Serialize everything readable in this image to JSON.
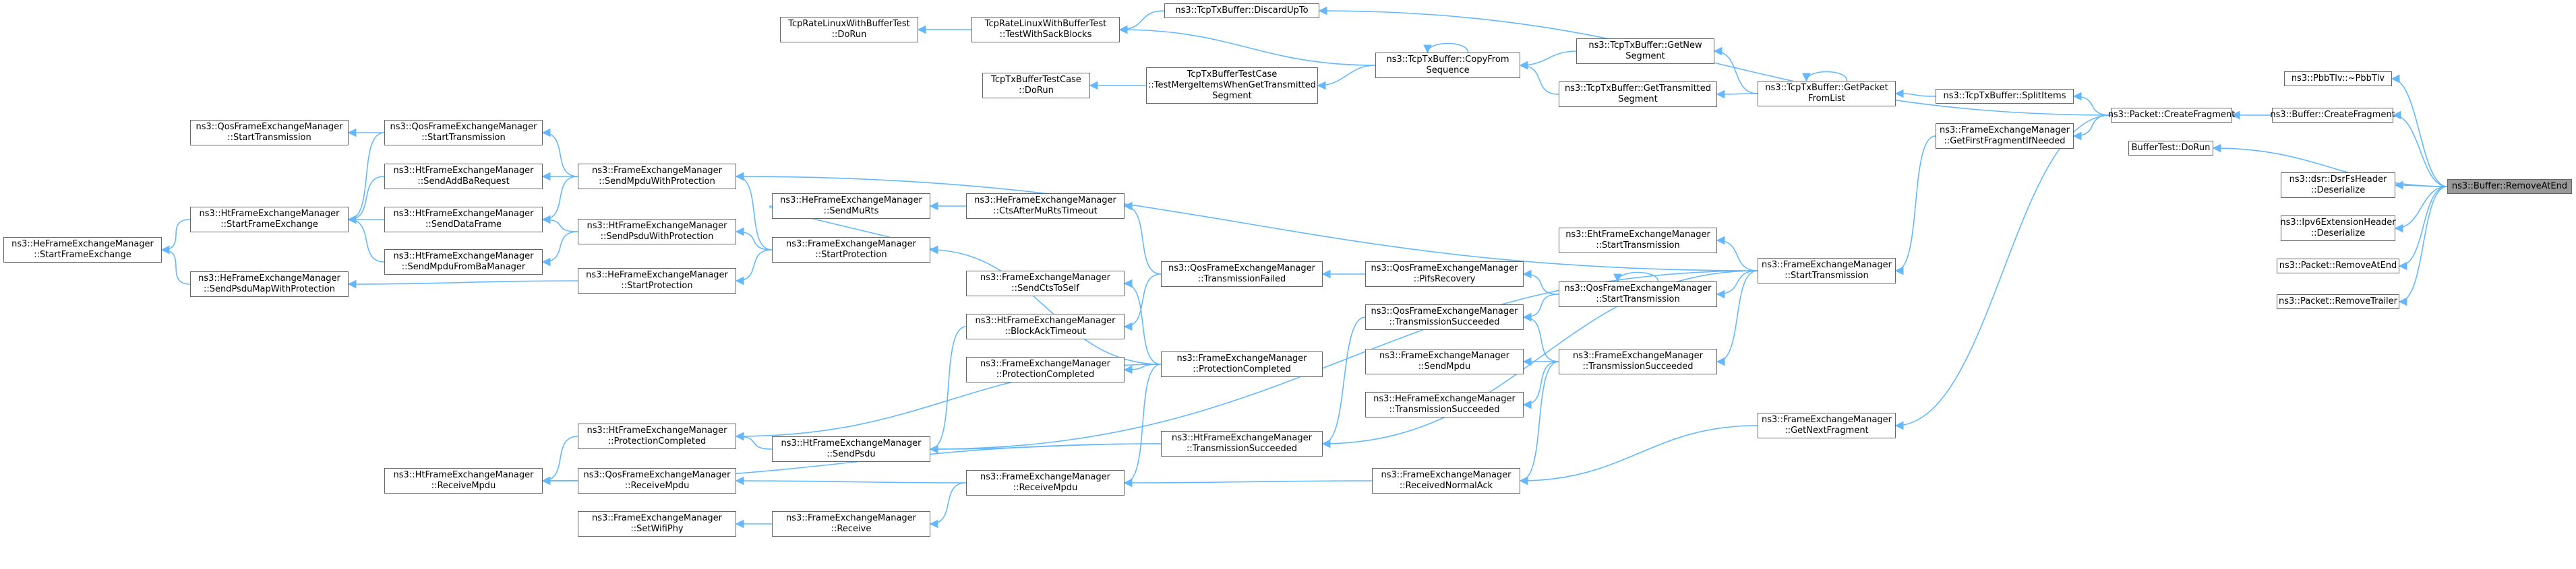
{
  "graph_title": "",
  "colors": {
    "edge": "#63B8FF",
    "node_border": "#666666",
    "node_fill": "#ffffff",
    "root_fill": "#999999"
  },
  "nodes": {
    "root": [
      "ns3::Buffer::RemoveAtEnd"
    ],
    "pbb_tlv_dtor": [
      "ns3::PbbTlv::~PbbTlv"
    ],
    "buffer_create_fragment": [
      "ns3::Buffer::CreateFragment"
    ],
    "buffer_test_dorun": [
      "BufferTest::DoRun"
    ],
    "dsr_header_deserialize": [
      "ns3::dsr::DsrFsHeader",
      "::Deserialize"
    ],
    "ipv6_ext_deserialize": [
      "ns3::Ipv6ExtensionHeader",
      "::Deserialize"
    ],
    "packet_remove_at_end": [
      "ns3::Packet::RemoveAtEnd"
    ],
    "packet_remove_trailer": [
      "ns3::Packet::RemoveTrailer"
    ],
    "packet_create_fragment": [
      "ns3::Packet::CreateFragment"
    ],
    "tcp_discard_up_to": [
      "ns3::TcpTxBuffer::DiscardUpTo"
    ],
    "tcp_split_items": [
      "ns3::TcpTxBuffer::SplitItems"
    ],
    "fem_get_first_fragment": [
      "ns3::FrameExchangeManager",
      "::GetFirstFragmentIfNeeded"
    ],
    "fem_start_transmission": [
      "ns3::FrameExchangeManager",
      "::StartTransmission"
    ],
    "fem_get_next_fragment": [
      "ns3::FrameExchangeManager",
      "::GetNextFragment"
    ],
    "tcp_get_packet_from_list": [
      "ns3::TcpTxBuffer::GetPacket",
      "FromList"
    ],
    "tcp_get_new_segment": [
      "ns3::TcpTxBuffer::GetNew",
      "Segment"
    ],
    "tcp_get_transmitted_segment": [
      "ns3::TcpTxBuffer::GetTransmitted",
      "Segment"
    ],
    "tcp_copy_from_sequence": [
      "ns3::TcpTxBuffer::CopyFrom",
      "Sequence"
    ],
    "tcp_rate_sack_test_dorun": [
      "TcpRateLinuxWithBufferTest",
      "::TestWithSackBlocks"
    ],
    "tcp_rate_linux_dorun": [
      "TcpRateLinuxWithBufferTest",
      "::DoRun"
    ],
    "tcp_buffer_test_merge": [
      "TcpTxBufferTestCase",
      "::TestMergeItemsWhenGetTransmitted",
      "Segment"
    ],
    "tcp_buffer_test_dorun": [
      "TcpTxBufferTestCase",
      "::DoRun"
    ],
    "eht_start_transmission": [
      "ns3::EhtFrameExchangeManager",
      "::StartTransmission"
    ],
    "qos_start_transmission_mid": [
      "ns3::QosFrameExchangeManager",
      "::StartTransmission"
    ],
    "fem_transmission_succeeded": [
      "ns3::FrameExchangeManager",
      "::TransmissionSucceeded"
    ],
    "fem_received_normal_ack": [
      "ns3::FrameExchangeManager",
      "::ReceivedNormalAck"
    ],
    "qos_pifs_recovery": [
      "ns3::QosFrameExchangeManager",
      "::PifsRecovery"
    ],
    "qos_transmission_failed": [
      "ns3::QosFrameExchangeManager",
      "::TransmissionFailed"
    ],
    "qos_transmission_succeeded": [
      "ns3::QosFrameExchangeManager",
      "::TransmissionSucceeded"
    ],
    "fem_send_mpdu": [
      "ns3::FrameExchangeManager",
      "::SendMpdu"
    ],
    "he_transmission_succeeded": [
      "ns3::HeFrameExchangeManager",
      "::TransmissionSucceeded"
    ],
    "ht_transmission_succeeded": [
      "ns3::HtFrameExchangeManager",
      "::TransmissionSucceeded"
    ],
    "fem_protection_completed": [
      "ns3::FrameExchangeManager",
      "::ProtectionCompleted"
    ],
    "fem_receive_mpdu": [
      "ns3::FrameExchangeManager",
      "::ReceiveMpdu"
    ],
    "he_cts_after_mu_rts_timeout": [
      "ns3::HeFrameExchangeManager",
      "::CtsAfterMuRtsTimeout"
    ],
    "he_send_mu_rts": [
      "ns3::HeFrameExchangeManager",
      "::SendMuRts"
    ],
    "fem_send_cts_to_self": [
      "ns3::FrameExchangeManager",
      "::SendCtsToSelf"
    ],
    "ht_block_ack_timeout": [
      "ns3::HtFrameExchangeManager",
      "::BlockAckTimeout"
    ],
    "fem_protection_completed_2": [
      "ns3::FrameExchangeManager",
      "::ProtectionCompleted"
    ],
    "fem_start_protection": [
      "ns3::FrameExchangeManager",
      "::StartProtection"
    ],
    "fem_send_mpdu_with_protection": [
      "ns3::FrameExchangeManager",
      "::SendMpduWithProtection"
    ],
    "ht_send_psdu_with_protection": [
      "ns3::HtFrameExchangeManager",
      "::SendPsduWithProtection"
    ],
    "he_start_protection": [
      "ns3::HeFrameExchangeManager",
      "::StartProtection"
    ],
    "ht_send_psdu": [
      "ns3::HtFrameExchangeManager",
      "::SendPsdu"
    ],
    "ht_protection_completed": [
      "ns3::HtFrameExchangeManager",
      "::ProtectionCompleted"
    ],
    "qos_receive_mpdu": [
      "ns3::QosFrameExchangeManager",
      "::ReceiveMpdu"
    ],
    "ht_receive_mpdu": [
      "ns3::HtFrameExchangeManager",
      "::ReceiveMpdu"
    ],
    "fem_receive": [
      "ns3::FrameExchangeManager",
      "::Receive"
    ],
    "fem_set_wifi_phy": [
      "ns3::FrameExchangeManager",
      "::SetWifiPhy"
    ],
    "qos_start_transmission_left": [
      "ns3::QosFrameExchangeManager",
      "::StartTransmission"
    ],
    "qos_start_transmission_far": [
      "ns3::QosFrameExchangeManager",
      "::StartTransmission"
    ],
    "ht_send_add_ba_request": [
      "ns3::HtFrameExchangeManager",
      "::SendAddBaRequest"
    ],
    "ht_start_frame_exchange": [
      "ns3::HtFrameExchangeManager",
      "::StartFrameExchange"
    ],
    "ht_send_data_frame": [
      "ns3::HtFrameExchangeManager",
      "::SendDataFrame"
    ],
    "ht_send_mpdu_from_ba_manager": [
      "ns3::HtFrameExchangeManager",
      "::SendMpduFromBaManager"
    ],
    "he_send_psdu_map_with_protection": [
      "ns3::HeFrameExchangeManager",
      "::SendPsduMapWithProtection"
    ],
    "he_start_frame_exchange": [
      "ns3::HeFrameExchangeManager",
      "::StartFrameExchange"
    ]
  }
}
